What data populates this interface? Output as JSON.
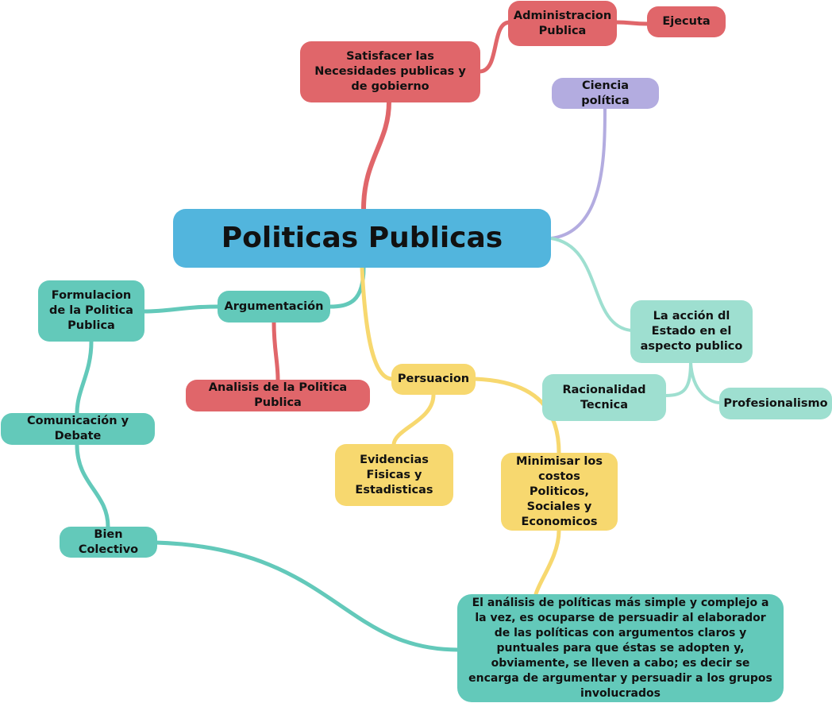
{
  "central": "Politicas Publicas",
  "nodes": {
    "satisfacer": "Satisfacer las Necesidades publicas y de gobierno",
    "administracion": "Administracion Publica",
    "ejecuta": "Ejecuta",
    "ciencia": "Ciencia política",
    "accion": "La acción dl Estado en el aspecto publico",
    "racionalidad": "Racionalidad Tecnica",
    "profesionalismo": "Profesionalismo",
    "argumentacion": "Argumentación",
    "formulacion": "Formulacion de la Politica Publica",
    "analisis": "Analisis de la Politica Publica",
    "comunicacion": "Comunicación y Debate",
    "bien": "Bien Colectivo",
    "persuacion": "Persuacion",
    "evidencias": "Evidencias Fisicas y Estadisticas",
    "minimisar": "Minimisar los costos Politicos, Sociales y Economicos",
    "descripcion": "El análisis de políticas más simple y complejo a la vez, es ocuparse de persuadir al elaborador de las políticas con argumentos claros y puntuales para que éstas se adopten y, obviamente, se lleven a cabo; es decir se encarga de argumentar y persuadir a los grupos involucrados"
  },
  "colors": {
    "red": "#e0666a",
    "teal": "#63c9ba",
    "yellow": "#f7d86f",
    "purple": "#b3ace0",
    "mint": "#9edfd0",
    "blue": "#52b5dd"
  }
}
